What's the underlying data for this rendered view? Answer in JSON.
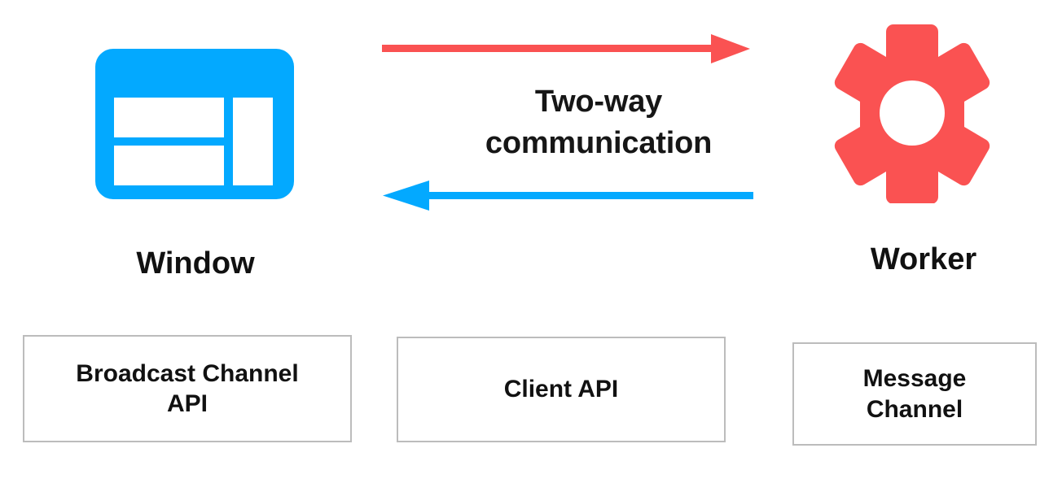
{
  "diagram": {
    "title": "Two-way communication between Window and Worker",
    "colors": {
      "blue": "#03A9FF",
      "red": "#FA5252",
      "box_border": "#bcbcbc",
      "text": "#111111",
      "background": "#ffffff"
    },
    "nodes": [
      {
        "id": "window",
        "label": "Window",
        "icon": "browser-window-icon",
        "color": "#03A9FF"
      },
      {
        "id": "worker",
        "label": "Worker",
        "icon": "gear-icon",
        "color": "#FA5252"
      }
    ],
    "connector": {
      "caption_line_1": "Two-way",
      "caption_line_2": "communication",
      "arrows": [
        {
          "id": "window-to-worker",
          "direction": "right",
          "color": "#FA5252"
        },
        {
          "id": "worker-to-window",
          "direction": "left",
          "color": "#03A9FF"
        }
      ]
    },
    "api_boxes": [
      {
        "id": "broadcast-channel-api",
        "line_1": "Broadcast Channel",
        "line_2": "API"
      },
      {
        "id": "client-api",
        "line_1": "Client API",
        "line_2": ""
      },
      {
        "id": "message-channel",
        "line_1": "Message",
        "line_2": "Channel"
      }
    ]
  }
}
